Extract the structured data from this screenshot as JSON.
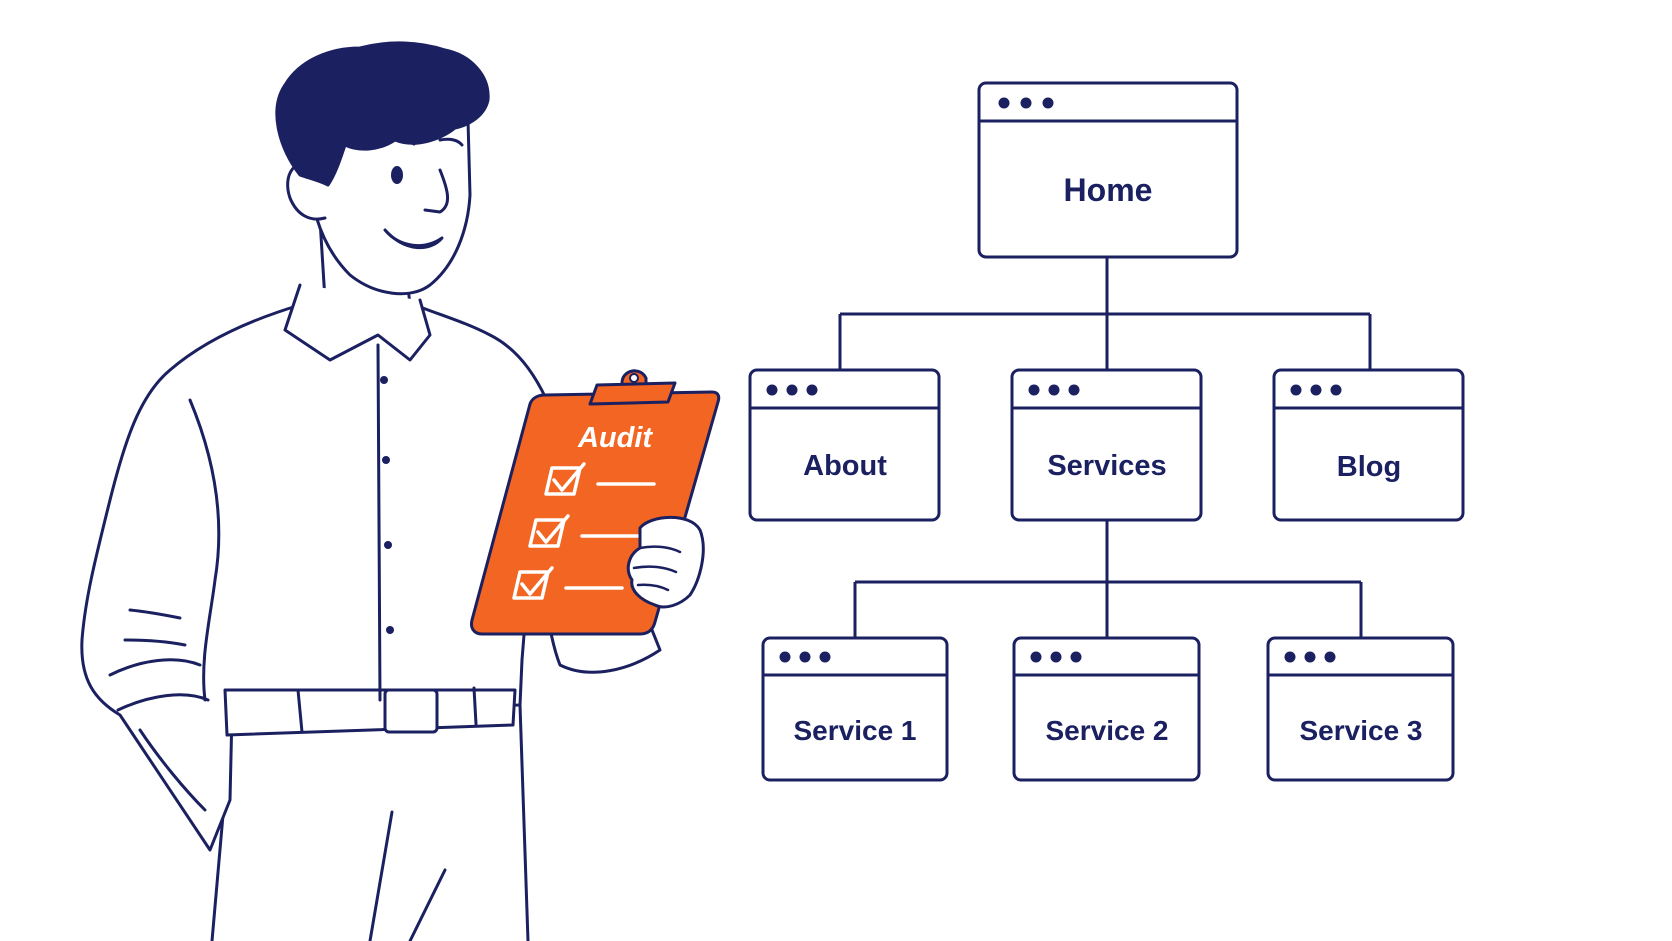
{
  "colors": {
    "ink": "#1b2060",
    "accent": "#f26522",
    "background": "#ffffff"
  },
  "clipboard": {
    "title": "Audit",
    "checklist_items": 3
  },
  "sitemap": {
    "root": {
      "label": "Home"
    },
    "level1": [
      {
        "label": "About"
      },
      {
        "label": "Services"
      },
      {
        "label": "Blog"
      }
    ],
    "level2": [
      {
        "label": "Service 1"
      },
      {
        "label": "Service 2"
      },
      {
        "label": "Service 3"
      }
    ]
  }
}
